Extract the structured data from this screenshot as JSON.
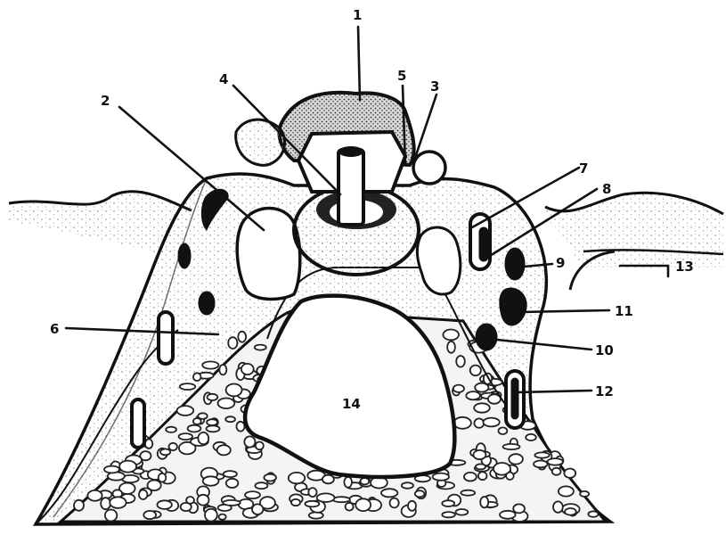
{
  "figure": {
    "labels": [
      "1",
      "2",
      "3",
      "4",
      "5",
      "6",
      "7",
      "8",
      "9",
      "10",
      "11",
      "12",
      "13",
      "14"
    ],
    "colors": {
      "ink": "#111111",
      "paper": "#ffffff",
      "stipple": "#777777"
    }
  }
}
